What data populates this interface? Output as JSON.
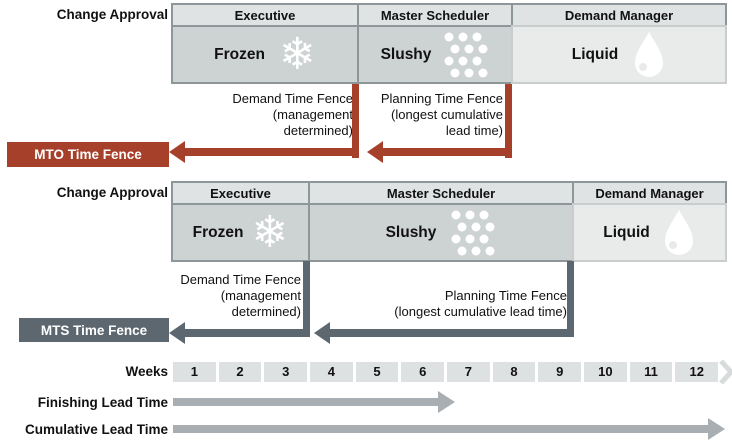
{
  "colors": {
    "mto_accent": "#a7402a",
    "mts_accent": "#5d6770",
    "frozen_slushy_cell": "#cdd2d3",
    "liquid_cell": "#e9ebeb",
    "header_cell": "#e0e3e4",
    "week_cell": "#dee1e2",
    "leadtime_bar": "#a9aeb2"
  },
  "sections": {
    "mto": {
      "change_approval_label": "Change Approval",
      "badge_label": "MTO Time Fence",
      "columns": [
        {
          "role": "Executive",
          "state": "Frozen"
        },
        {
          "role": "Master Scheduler",
          "state": "Slushy"
        },
        {
          "role": "Demand Manager",
          "state": "Liquid"
        }
      ],
      "demand_fence_lines": [
        "Demand Time Fence",
        "(management",
        "determined)"
      ],
      "planning_fence_lines": [
        "Planning Time Fence",
        "(longest cumulative",
        "lead time)"
      ]
    },
    "mts": {
      "change_approval_label": "Change Approval",
      "badge_label": "MTS Time Fence",
      "columns": [
        {
          "role": "Executive",
          "state": "Frozen"
        },
        {
          "role": "Master Scheduler",
          "state": "Slushy"
        },
        {
          "role": "Demand Manager",
          "state": "Liquid"
        }
      ],
      "demand_fence_lines": [
        "Demand Time Fence",
        "(management",
        "determined)"
      ],
      "planning_fence_lines": [
        "Planning Time Fence",
        "(longest cumulative lead time)"
      ]
    },
    "timeline": {
      "weeks_label": "Weeks",
      "week_numbers": [
        "1",
        "2",
        "3",
        "4",
        "5",
        "6",
        "7",
        "8",
        "9",
        "10",
        "11",
        "12"
      ],
      "finishing_lead_time_label": "Finishing Lead Time",
      "cumulative_lead_time_label": "Cumulative Lead Time"
    }
  },
  "icons": {
    "snowflake": "❄"
  }
}
